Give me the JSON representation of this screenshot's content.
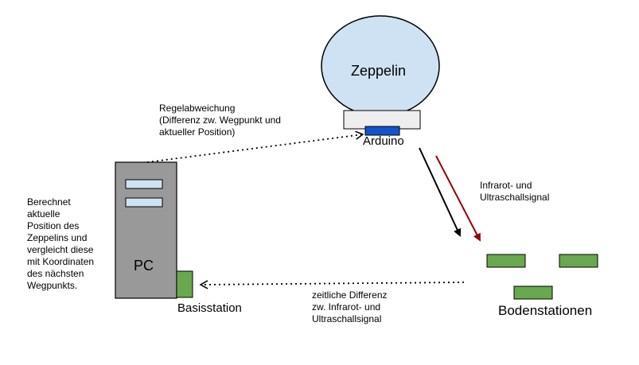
{
  "labels": {
    "zeppelin": "Zeppelin",
    "arduino": "Arduino",
    "pc": "PC",
    "basisstation": "Basisstation",
    "bodenstationen": "Bodenstationen",
    "regelabweichung": [
      "Regelabweichung",
      "(Differenz zw. Wegpunkt und",
      "aktueller Position)"
    ],
    "signal": [
      "Infrarot- und",
      "Ultraschallsignal"
    ],
    "zeitdifferenz": [
      "zeitliche Differenz",
      "zw. Infrarot- und",
      "Ultraschallsignal"
    ],
    "berechnet": [
      "Berechnet",
      "aktuelle",
      "Position des",
      "Zeppelins und",
      "vergleicht diese",
      "mit Koordinaten",
      "des nächsten",
      "Wegpunkts."
    ]
  },
  "colors": {
    "balloon_fill": "#cfe2f3",
    "arduino_fill": "#1155cc",
    "station_fill": "#6aa84f",
    "pc_fill": "#999999",
    "slot_fill": "#cfe2f3",
    "gondola_fill": "#eeeeee",
    "signal_red": "#990000"
  }
}
